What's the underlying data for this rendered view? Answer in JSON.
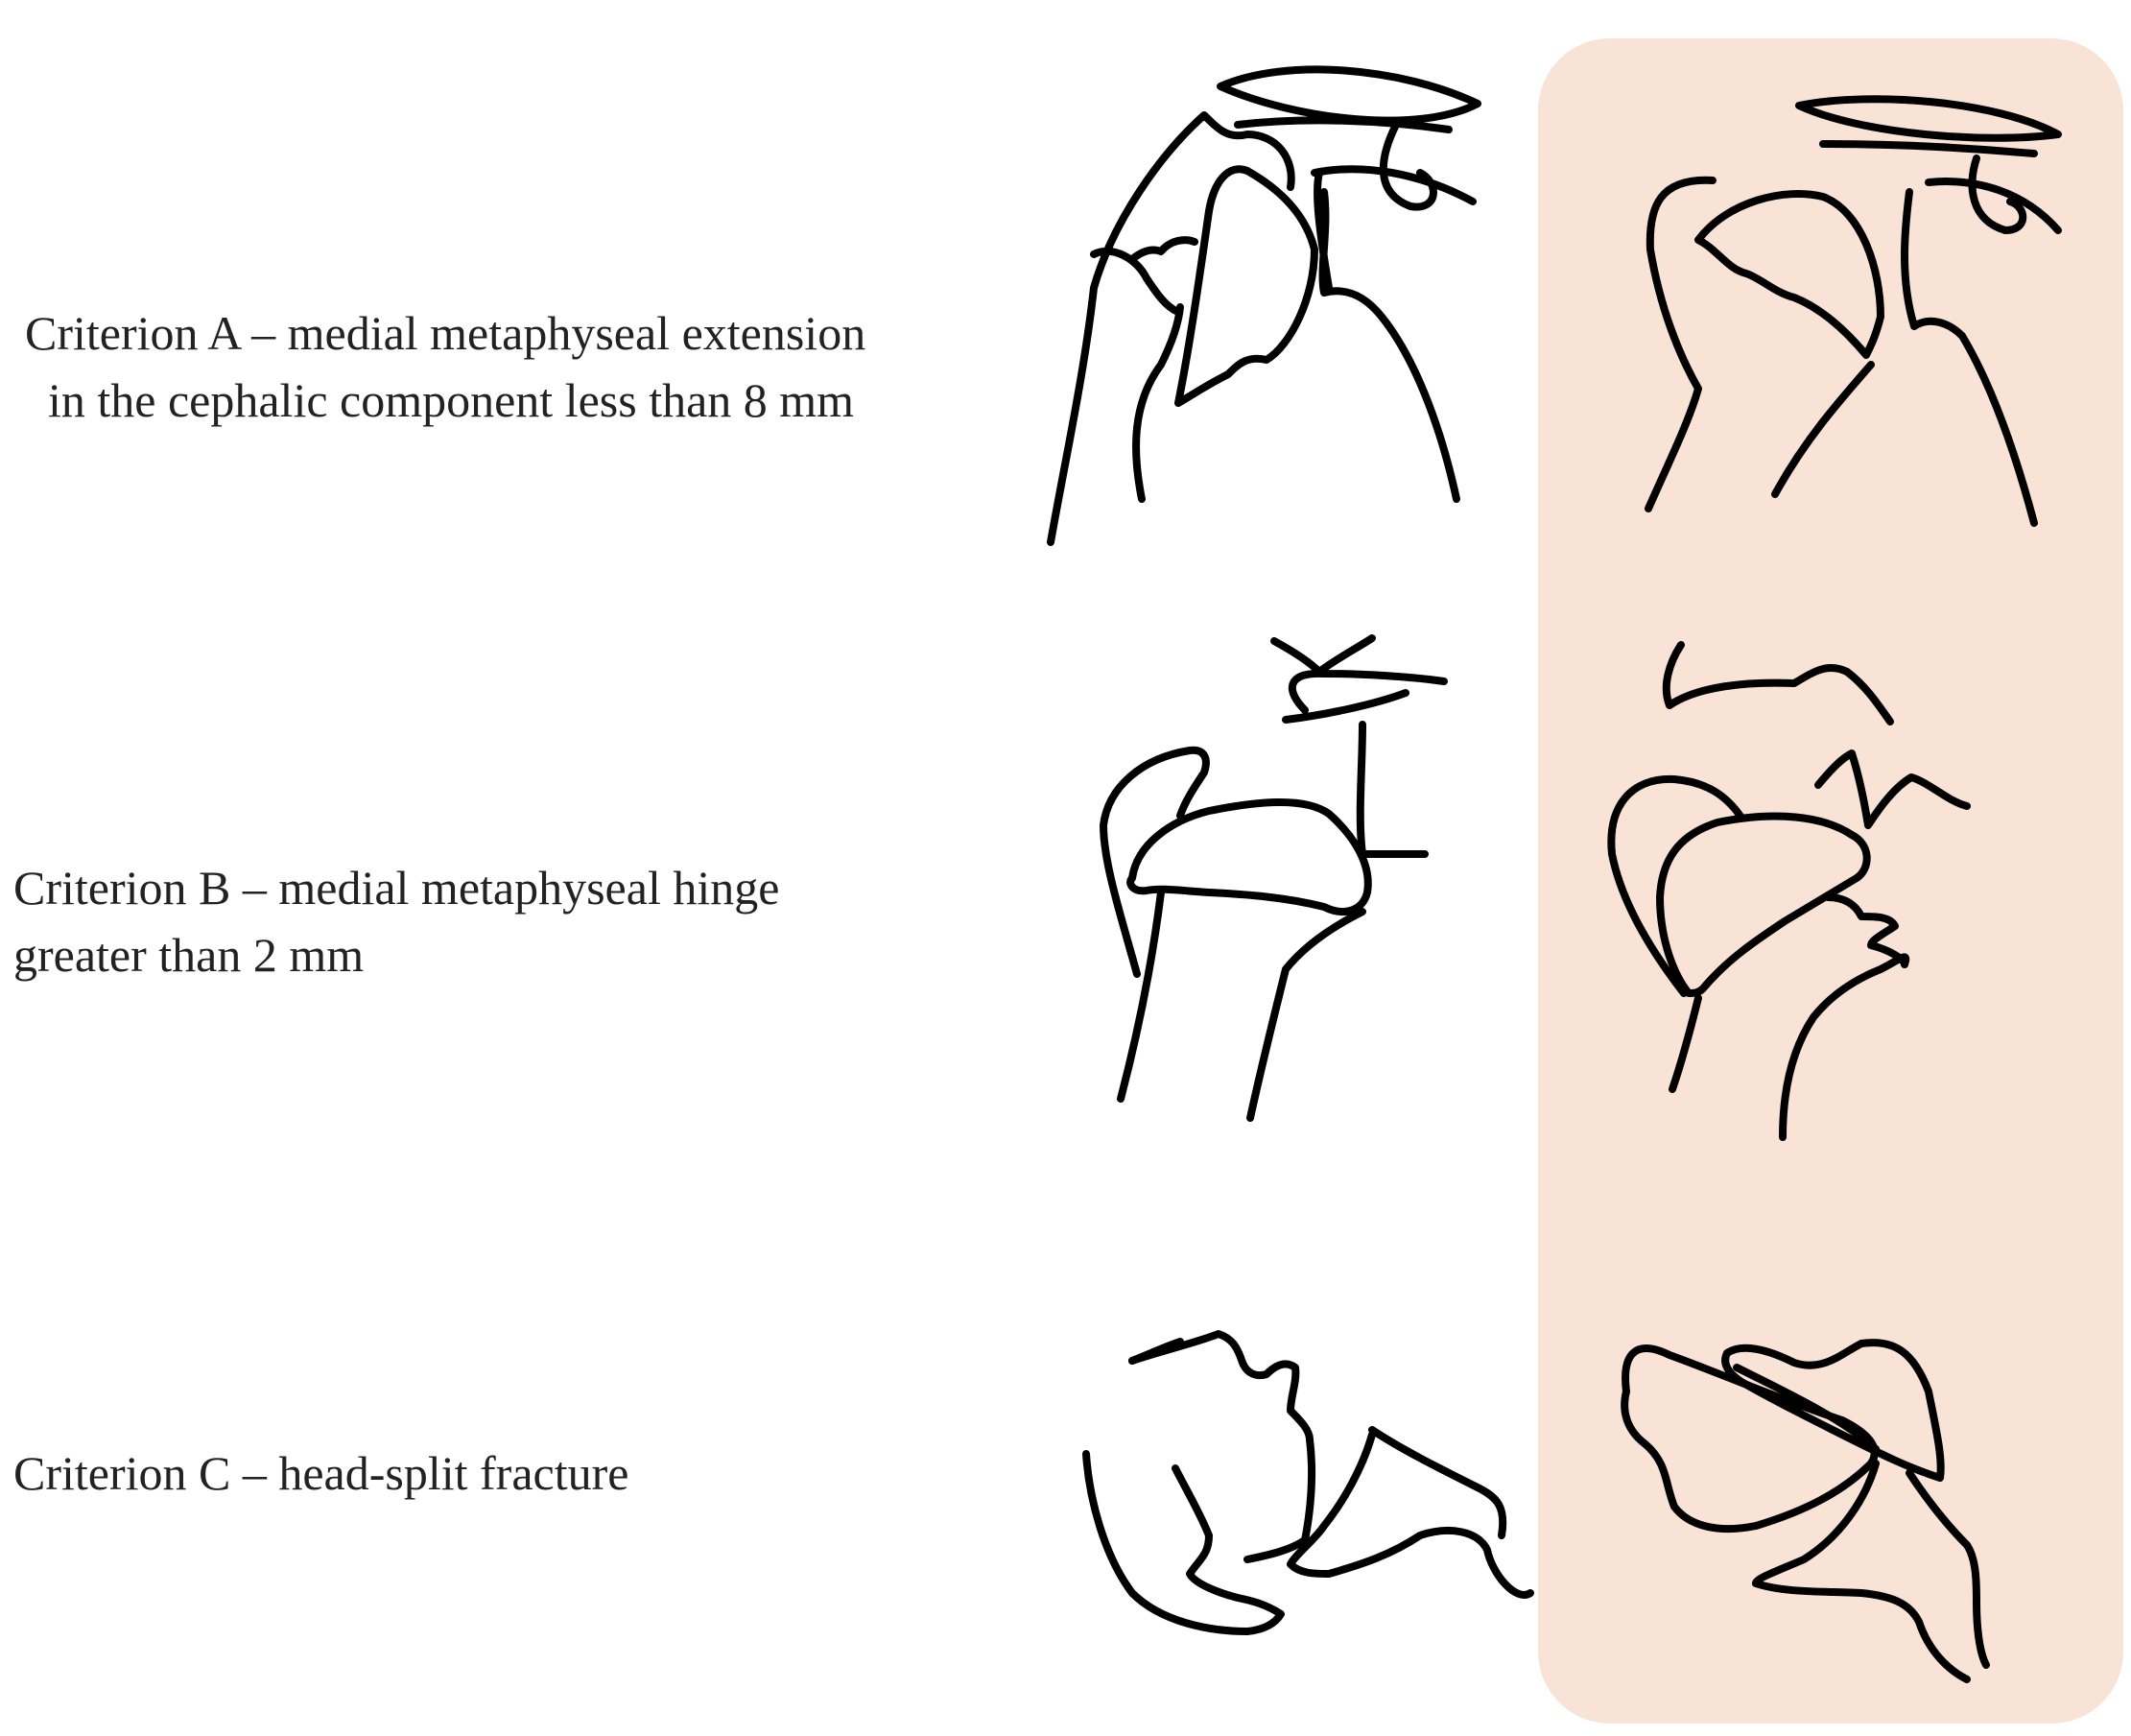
{
  "criteria": [
    {
      "id": "A",
      "lines": [
        "Criterion A – medial metaphyseal extension",
        "in the cephalic component less than 8 mm"
      ]
    },
    {
      "id": "B",
      "lines": [
        "Criterion B – medial metaphyseal hinge",
        "greater than 2 mm"
      ]
    },
    {
      "id": "C",
      "lines": [
        "Criterion C – head-split fracture"
      ]
    }
  ],
  "colors": {
    "highlight_panel": "#f9e3d6",
    "line": "#000000",
    "text": "#222222"
  }
}
